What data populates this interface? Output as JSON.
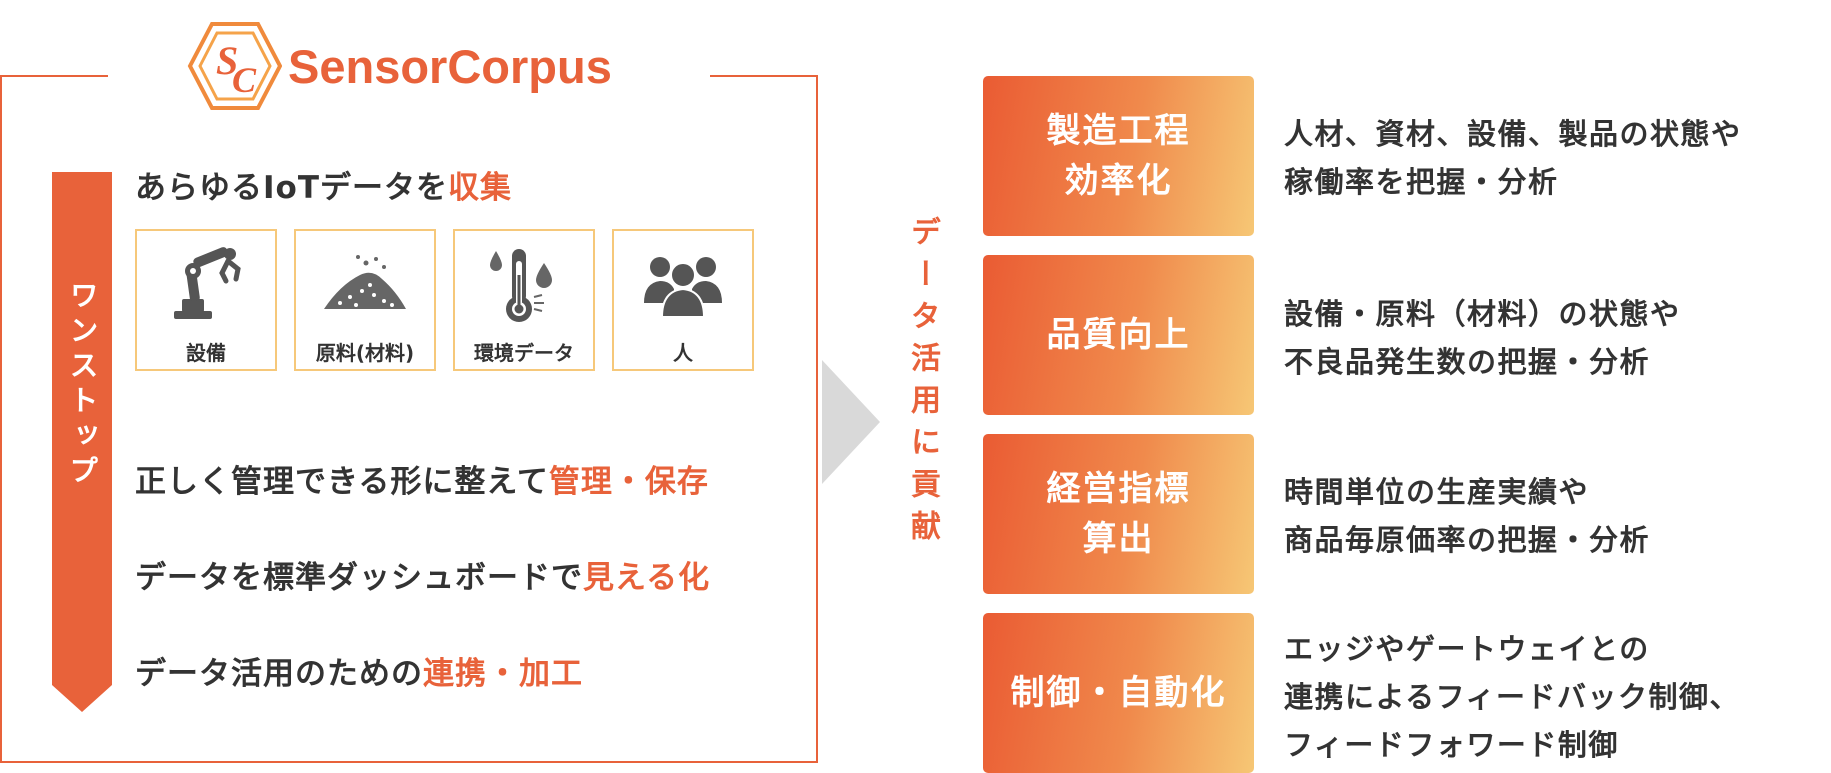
{
  "brand": {
    "name": "SensorCorpus",
    "color": "#e8623a"
  },
  "onestop_label": "ワンストップ",
  "collect": {
    "text": "あらゆるIoTデータを",
    "highlight": "収集"
  },
  "data_sources": [
    {
      "label": "設備",
      "icon": "robot-arm-icon"
    },
    {
      "label": "原料(材料)",
      "icon": "powder-pile-icon"
    },
    {
      "label": "環境データ",
      "icon": "thermometer-icon"
    },
    {
      "label": "人",
      "icon": "people-icon"
    }
  ],
  "steps": [
    {
      "text": "正しく管理できる形に整えて",
      "highlight": "管理・保存"
    },
    {
      "text": "データを標準ダッシュボードで",
      "highlight": "見える化"
    },
    {
      "text": "データ活用のための",
      "highlight": "連携・加工"
    }
  ],
  "contribution_label": "データ活用に貢献",
  "outcomes": [
    {
      "title": [
        "製造工程",
        "効率化"
      ],
      "description": [
        "人材、資材、設備、製品の状態や",
        "稼働率を把握・分析"
      ]
    },
    {
      "title": [
        "品質向上"
      ],
      "description": [
        "設備・原料（材料）の状態や",
        "不良品発生数の把握・分析"
      ]
    },
    {
      "title": [
        "経営指標",
        "算出"
      ],
      "description": [
        "時間単位の生産実績や",
        "商品毎原価率の把握・分析"
      ]
    },
    {
      "title": [
        "制御・自動化"
      ],
      "description": [
        "エッジやゲートウェイとの",
        "連携によるフィードバック制御、",
        "フィードフォワード制御"
      ]
    }
  ],
  "colors": {
    "accent": "#e8623a",
    "box_border": "#f6c87a",
    "arrow": "#d9d9d9",
    "text": "#333333"
  }
}
